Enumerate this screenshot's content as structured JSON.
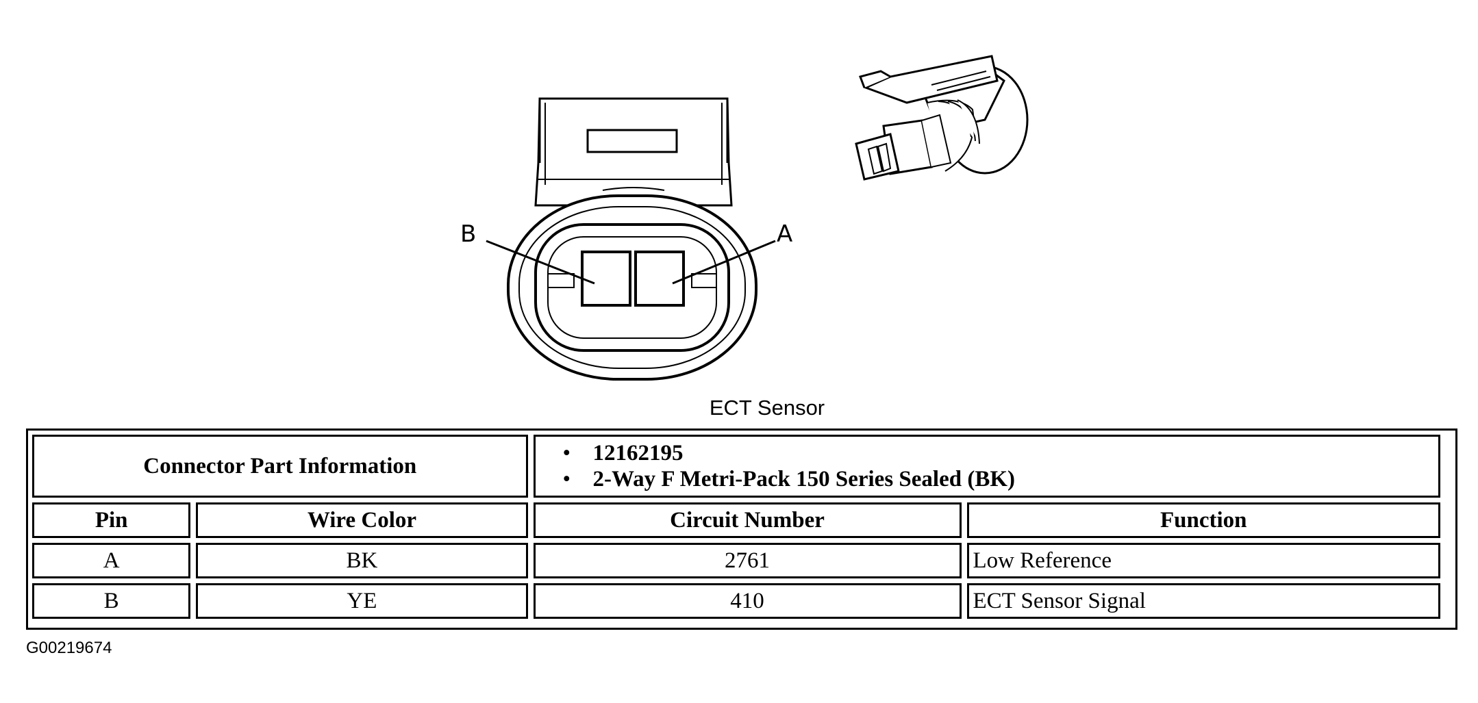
{
  "diagram": {
    "pin_labels": {
      "left": "B",
      "right": "A"
    },
    "caption": "ECT Sensor"
  },
  "table": {
    "connector_part_info_label": "Connector Part Information",
    "part_info": [
      "12162195",
      "2-Way F Metri-Pack 150 Series Sealed (BK)"
    ],
    "headers": {
      "pin": "Pin",
      "wire_color": "Wire Color",
      "circuit_number": "Circuit Number",
      "function": "Function"
    },
    "rows": [
      {
        "pin": "A",
        "wire_color": "BK",
        "circuit_number": "2761",
        "function": "Low Reference"
      },
      {
        "pin": "B",
        "wire_color": "YE",
        "circuit_number": "410",
        "function": "ECT Sensor Signal"
      }
    ]
  },
  "figure_id": "G00219674"
}
